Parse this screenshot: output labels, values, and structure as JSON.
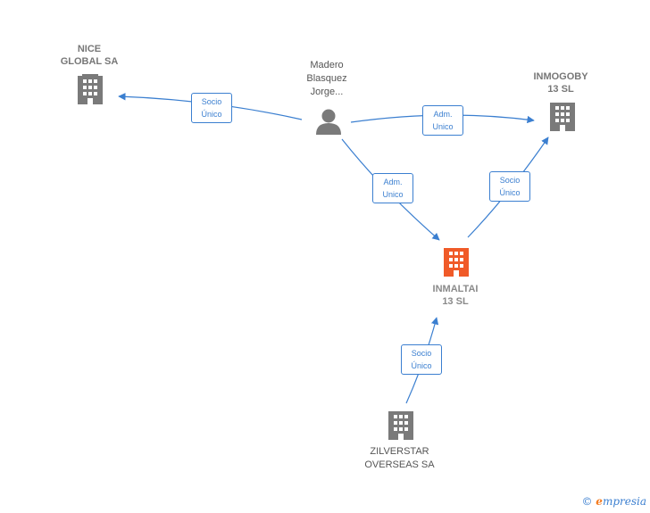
{
  "nodes": {
    "nice": {
      "label": "NICE\nGLOBAL SA"
    },
    "madero": {
      "label": "Madero\nBlasquez\nJorge..."
    },
    "inmogoby": {
      "label": "INMOGOBY\n13  SL"
    },
    "inmaltai": {
      "label": "INMALTAI\n13  SL"
    },
    "zilverstar": {
      "label": "ZILVERSTAR\nOVERSEAS SA"
    }
  },
  "edges": {
    "madero_nice": {
      "label": "Socio\nÚnico"
    },
    "madero_inmogoby": {
      "label": "Adm.\nUnico"
    },
    "madero_inmaltai": {
      "label": "Adm.\nUnico"
    },
    "inmaltai_inmogoby": {
      "label": "Socio\nÚnico"
    },
    "zilverstar_inmaltai": {
      "label": "Socio\nÚnico"
    }
  },
  "colors": {
    "edge": "#3b7fd0",
    "company_icon": "#7a7a7a",
    "focus_icon": "#f05a28",
    "person_icon": "#7a7a7a"
  },
  "footer": {
    "copyright_symbol": "©",
    "brand_initial": "e",
    "brand_rest": "mpresia"
  }
}
